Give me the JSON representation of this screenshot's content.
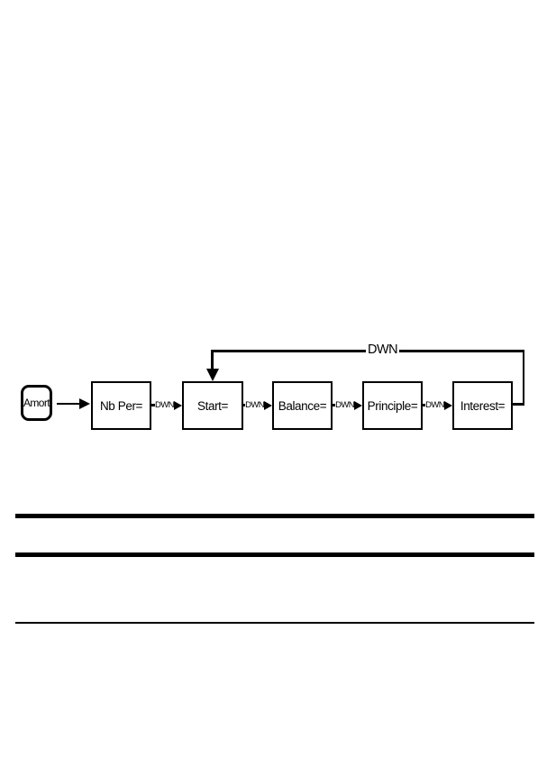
{
  "diagram": {
    "key": {
      "label": "Amort"
    },
    "boxes": [
      {
        "label": "Nb Per="
      },
      {
        "label": "Start="
      },
      {
        "label": "Balance="
      },
      {
        "label": "Principle="
      },
      {
        "label": "Interest="
      }
    ],
    "connectors": [
      {
        "label": "DWN"
      },
      {
        "label": "DWN"
      },
      {
        "label": "DWN"
      },
      {
        "label": "DWN"
      }
    ],
    "loop": {
      "label": "DWN"
    },
    "colors": {
      "line": "#000000",
      "background": "#ffffff"
    }
  }
}
